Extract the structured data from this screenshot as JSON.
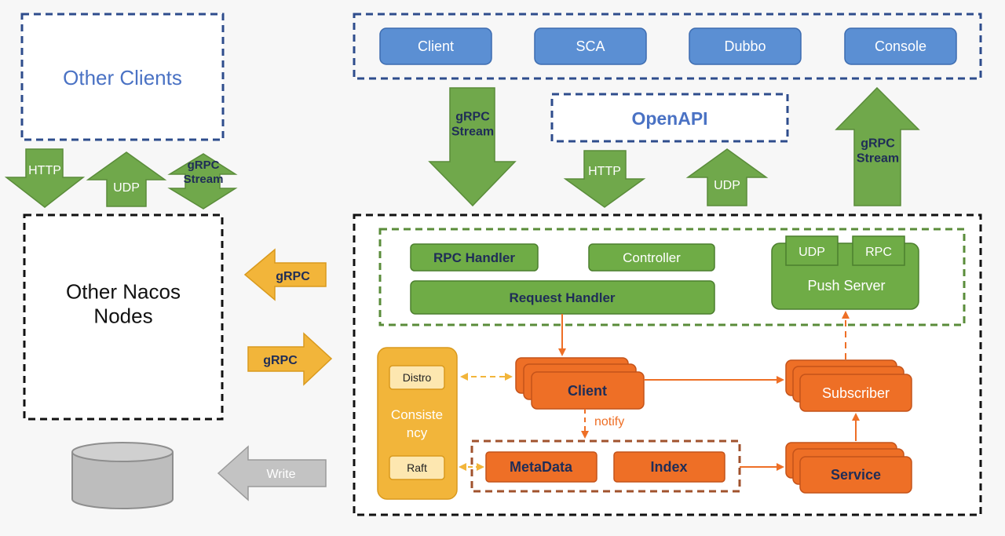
{
  "colors": {
    "blue_border": "#2e4c8c",
    "blue_box": "#5b8fd3",
    "blue_text": "#4a72c4",
    "green_arrow": "#70a84b",
    "green_box": "#6fac46",
    "green_dark_text": "#1f2d57",
    "orange": "#ee6f26",
    "orange_dark_text": "#1f2d57",
    "yellow": "#f2b53a",
    "yellow_light": "#fde7b0",
    "gray": "#bdbdbd"
  },
  "top_clients": [
    "Client",
    "SCA",
    "Dubbo",
    "Console"
  ],
  "other_clients": "Other Clients",
  "openapi": "OpenAPI",
  "arrows": {
    "grpc_stream_down": "gRPC Stream",
    "http_down": "HTTP",
    "udp_up": "UDP",
    "grpc_stream_up": "gRPC Stream",
    "left_http": "HTTP",
    "left_udp": "UDP",
    "left_grpc_stream": "gRPC Stream",
    "grpc_left": "gRPC",
    "grpc_right": "gRPC",
    "write": "Write"
  },
  "other_nodes": "Other Nacos Nodes",
  "handlers": {
    "rpc_handler": "RPC Handler",
    "controller": "Controller",
    "request_handler": "Request Handler"
  },
  "push_server": {
    "label": "Push Server",
    "udp": "UDP",
    "rpc": "RPC"
  },
  "consistency": {
    "label": "Consistency",
    "distro": "Distro",
    "raft": "Raft"
  },
  "core": {
    "client": "Client",
    "notify": "notify",
    "metadata": "MetaData",
    "index": "Index",
    "subscriber": "Subscriber",
    "service": "Service"
  }
}
